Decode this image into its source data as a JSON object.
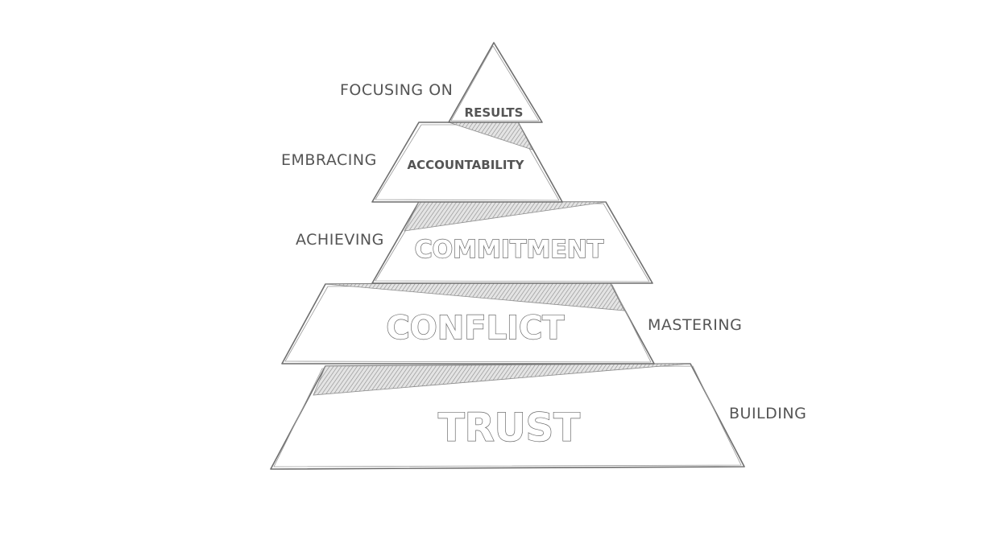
{
  "pyramid": {
    "tiers": [
      {
        "id": "results",
        "title": "RESULTS",
        "verb": "FOCUSING ON"
      },
      {
        "id": "accountability",
        "title": "ACCOUNTABILITY",
        "verb": "EMBRACING"
      },
      {
        "id": "commitment",
        "title": "COMMITMENT",
        "verb": "ACHIEVING"
      },
      {
        "id": "conflict",
        "title": "CONFLICT",
        "verb": "MASTERING"
      },
      {
        "id": "trust",
        "title": "TRUST",
        "verb": "BUILDING"
      }
    ]
  },
  "colors": {
    "line": "#6f6f6f",
    "text": "#555555",
    "hatch": "#8a8a8a"
  }
}
